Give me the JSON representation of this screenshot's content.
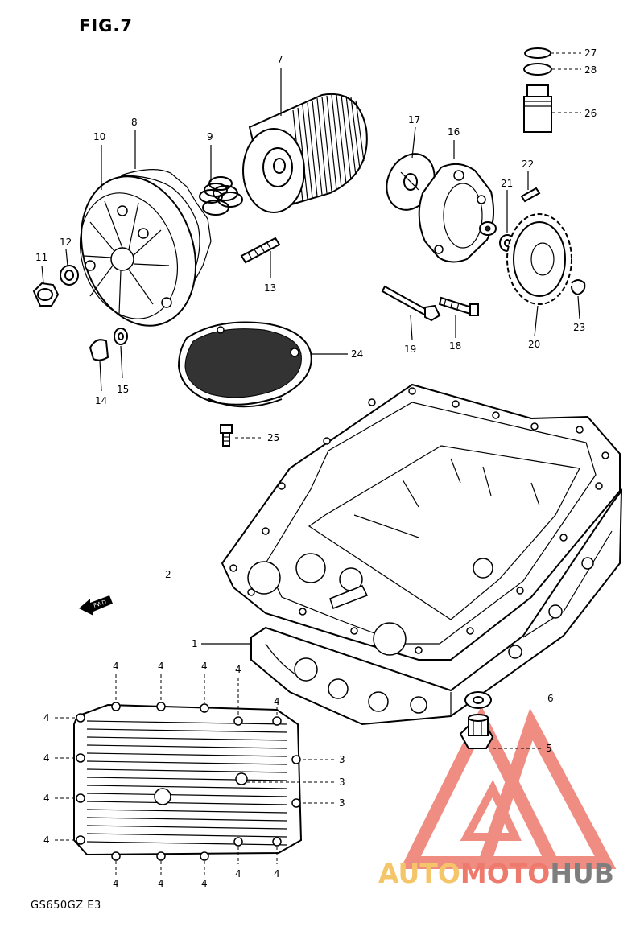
{
  "figure_title": "FIG.7",
  "model_code": "GS650GZ  E3",
  "direction_arrow": "FWD",
  "watermark": {
    "part1": "AUTO",
    "part2": "MOTO",
    "part3": "HUB",
    "colors": {
      "part1": "#f5c56a",
      "part2": "#ee7a6e",
      "part3": "#7e7e7e",
      "logo": "#ee7a6e"
    }
  },
  "callouts": [
    {
      "id": "c27",
      "text": "27"
    },
    {
      "id": "c28",
      "text": "28"
    },
    {
      "id": "c26",
      "text": "26"
    },
    {
      "id": "c7",
      "text": "7"
    },
    {
      "id": "c8",
      "text": "8"
    },
    {
      "id": "c9",
      "text": "9"
    },
    {
      "id": "c10",
      "text": "10"
    },
    {
      "id": "c17",
      "text": "17"
    },
    {
      "id": "c16",
      "text": "16"
    },
    {
      "id": "c22",
      "text": "22"
    },
    {
      "id": "c21",
      "text": "21"
    },
    {
      "id": "c11",
      "text": "11"
    },
    {
      "id": "c12",
      "text": "12"
    },
    {
      "id": "c13",
      "text": "13"
    },
    {
      "id": "c23",
      "text": "23"
    },
    {
      "id": "c14",
      "text": "14"
    },
    {
      "id": "c15",
      "text": "15"
    },
    {
      "id": "c24",
      "text": "24"
    },
    {
      "id": "c19",
      "text": "19"
    },
    {
      "id": "c18",
      "text": "18"
    },
    {
      "id": "c20",
      "text": "20"
    },
    {
      "id": "c25",
      "text": "25"
    },
    {
      "id": "c2",
      "text": "2"
    },
    {
      "id": "c1",
      "text": "1"
    },
    {
      "id": "c6",
      "text": "6"
    },
    {
      "id": "c5",
      "text": "5"
    },
    {
      "id": "c3a",
      "text": "3"
    },
    {
      "id": "c3b",
      "text": "3"
    },
    {
      "id": "c3c",
      "text": "3"
    },
    {
      "id": "c4a",
      "text": "4"
    },
    {
      "id": "c4b",
      "text": "4"
    },
    {
      "id": "c4c",
      "text": "4"
    },
    {
      "id": "c4d",
      "text": "4"
    },
    {
      "id": "c4e",
      "text": "4"
    },
    {
      "id": "c4f",
      "text": "4"
    },
    {
      "id": "c4g",
      "text": "4"
    },
    {
      "id": "c4h",
      "text": "4"
    },
    {
      "id": "c4i",
      "text": "4"
    },
    {
      "id": "c4j",
      "text": "4"
    },
    {
      "id": "c4k",
      "text": "4"
    },
    {
      "id": "c4l",
      "text": "4"
    },
    {
      "id": "c4m",
      "text": "4"
    },
    {
      "id": "c4n",
      "text": "4"
    },
    {
      "id": "c4o",
      "text": "4"
    }
  ]
}
